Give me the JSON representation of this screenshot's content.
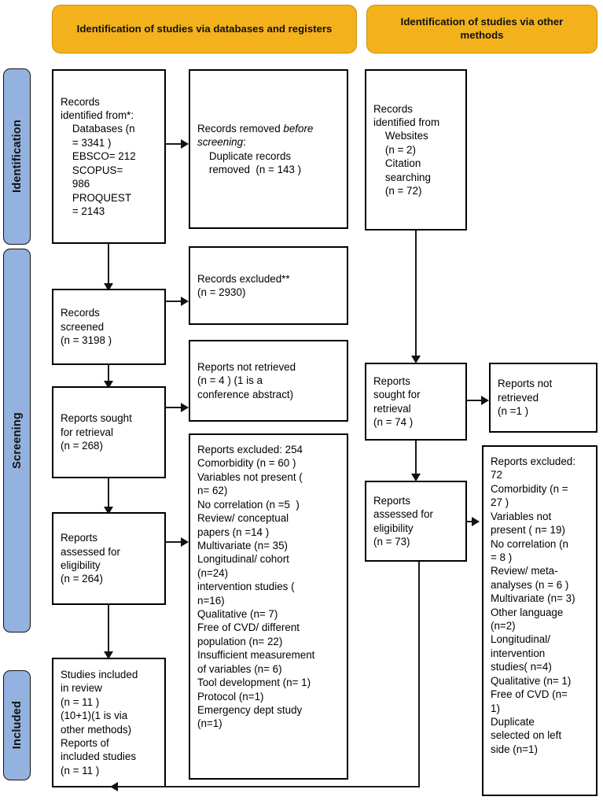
{
  "diagram": {
    "title": "PRISMA 2020 flow diagram",
    "accent_header": "#f3b21b",
    "accent_stage": "#93b2e0",
    "line_color": "#111111"
  },
  "headers": {
    "databases": "Identification of studies via databases and registers",
    "other": "Identification of studies via other methods"
  },
  "stages": {
    "identification": "Identification",
    "screening": "Screening",
    "included": "Included"
  },
  "nodes": {
    "records_identified": "Records\nidentified from*:\n    Databases (n\n    = 3341 )\n    EBSCO= 212\n    SCOPUS=\n    986\n    PROQUEST\n    = 2143",
    "records_removed_pre": "Records removed before\nscreening:\n    Duplicate records\n    removed  (n = 143 )",
    "records_identified_other": "Records\nidentified from\n    Websites\n    (n = 2)\n    Citation\n    searching\n    (n = 72)",
    "records_screened": "Records\nscreened\n(n = 3198 )",
    "records_excluded": "Records excluded**\n(n = 2930)",
    "reports_sought": "Reports sought\nfor retrieval\n(n = 268)",
    "reports_not_retrieved": "Reports not retrieved\n(n = 4 ) (1 is a\nconference abstract)",
    "reports_assessed": "Reports\nassessed for\neligibility\n(n = 264)",
    "reports_excluded_left": "Reports excluded: 254\nComorbidity (n = 60 )\nVariables not present (\nn= 62)\nNo correlation (n =5  )\nReview/ conceptual\npapers (n =14 )\nMultivariate (n= 35)\nLongitudinal/ cohort\n(n=24)\nintervention studies (\nn=16)\nQualitative (n= 7)\nFree of CVD/ different\npopulation (n= 22)\nInsufficient measurement\nof variables (n= 6)\nTool development (n= 1)\nProtocol (n=1)\nEmergency dept study\n(n=1)",
    "reports_sought_other": "Reports\nsought for\nretrieval\n(n = 74 )",
    "reports_not_retrieved_other": "Reports not\nretrieved\n(n =1 )",
    "reports_assessed_other": "Reports\nassessed for\neligibility\n(n = 73)",
    "reports_excluded_other": "Reports excluded:\n72\nComorbidity (n =\n27 )\nVariables not\npresent ( n= 19)\nNo correlation (n\n= 8 )\nReview/ meta-\nanalyses (n = 6 )\nMultivariate (n= 3)\nOther language\n(n=2)\nLongitudinal/\nintervention\nstudies( n=4)\nQualitative (n= 1)\nFree of CVD (n=\n1)\nDuplicate\nselected on left\nside (n=1)",
    "studies_included": "Studies included\nin review\n(n = 11 )\n(10+1)(1 is via\nother methods)\nReports of\nincluded studies\n(n = 11 )"
  }
}
